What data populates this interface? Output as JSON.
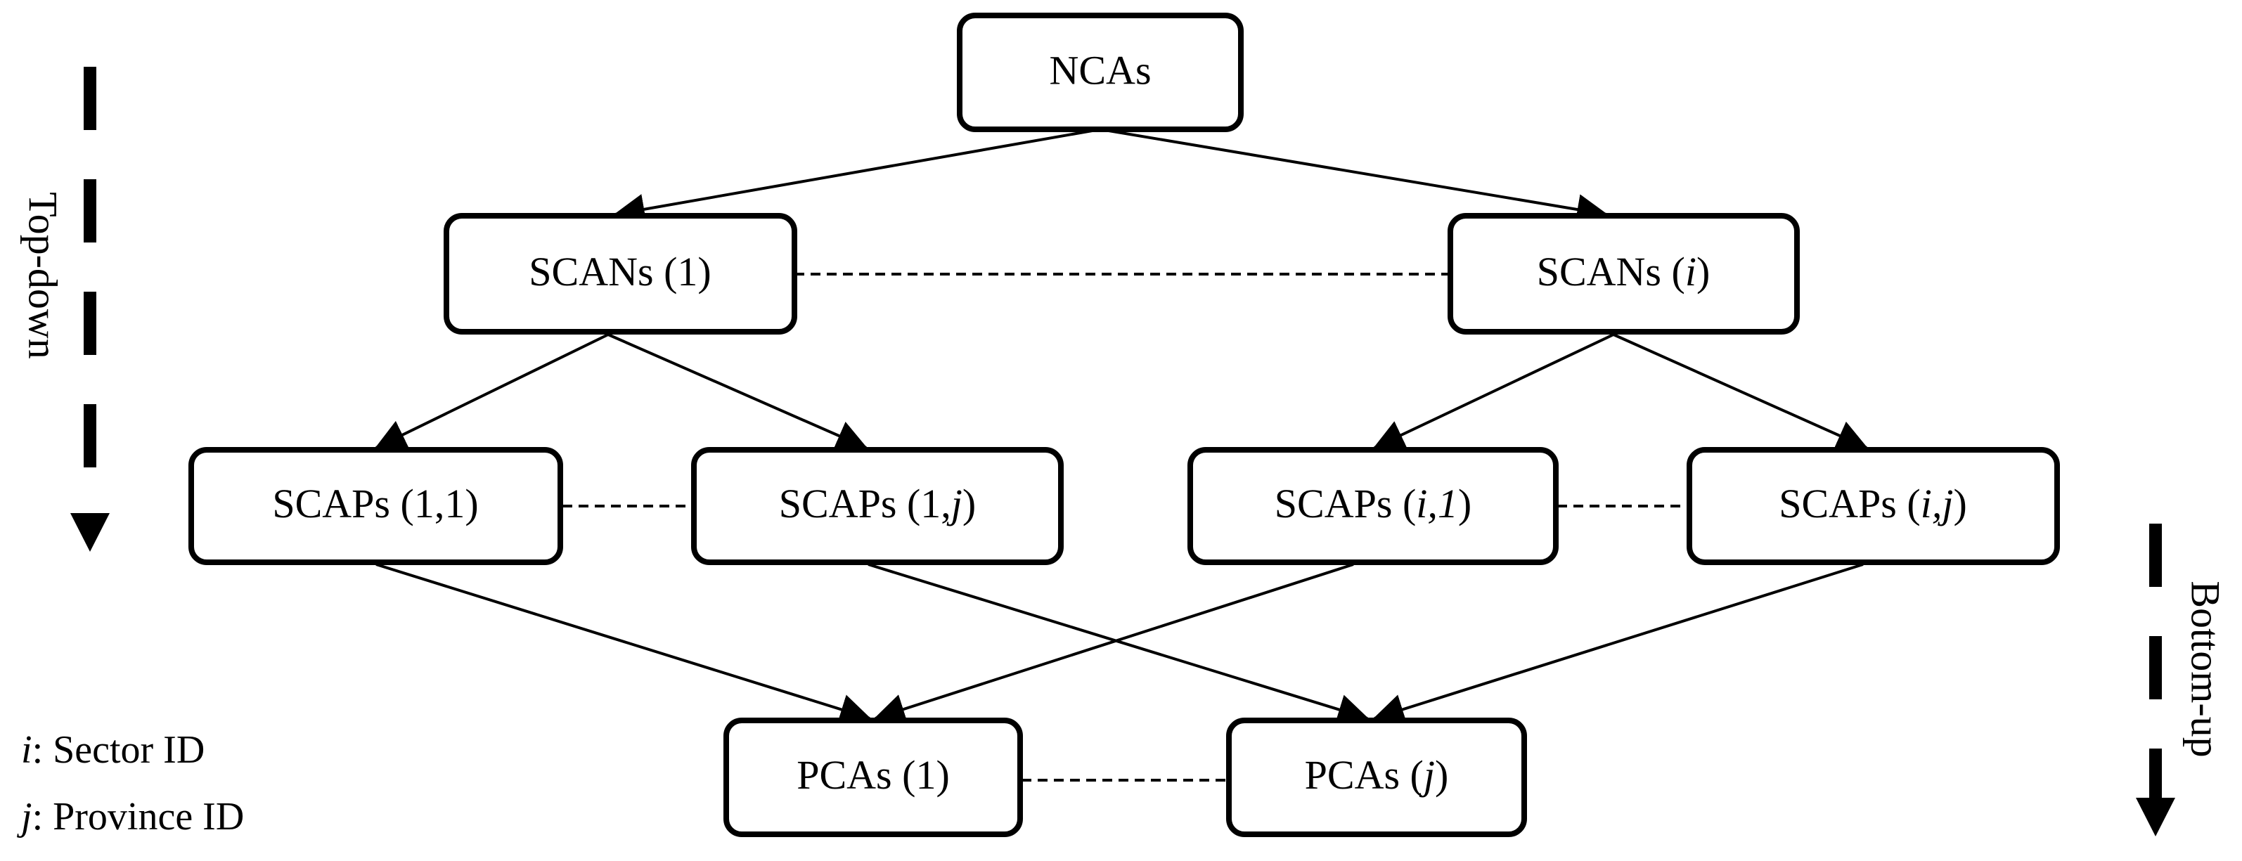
{
  "nodes": {
    "ncas": {
      "text": "NCAs"
    },
    "scans_1": {
      "prefix": "SCANs (",
      "var": "1",
      "suffix": ")"
    },
    "scans_i": {
      "prefix": "SCANs (",
      "var": "i",
      "suffix": ")"
    },
    "scaps_1_1": {
      "prefix": "SCAPs (",
      "var": "1,1",
      "suffix": ")"
    },
    "scaps_1_j": {
      "prefix": "SCAPs (1,",
      "var": "j",
      "suffix": ")"
    },
    "scaps_i_1": {
      "prefix": "SCAPs (",
      "var": "i,1",
      "suffix": ")"
    },
    "scaps_i_j": {
      "prefix": "SCAPs (",
      "var": "i,j",
      "suffix": ")"
    },
    "pcas_1": {
      "prefix": "PCAs (",
      "var": "1",
      "suffix": ")"
    },
    "pcas_j": {
      "prefix": "PCAs (",
      "var": "j",
      "suffix": ")"
    }
  },
  "side_labels": {
    "top_down": "Top-down",
    "bottom_up": "Bottom-up"
  },
  "legend": {
    "i_symbol": "i",
    "i_text": ": Sector ID",
    "j_symbol": "j",
    "j_text": ": Province ID"
  }
}
